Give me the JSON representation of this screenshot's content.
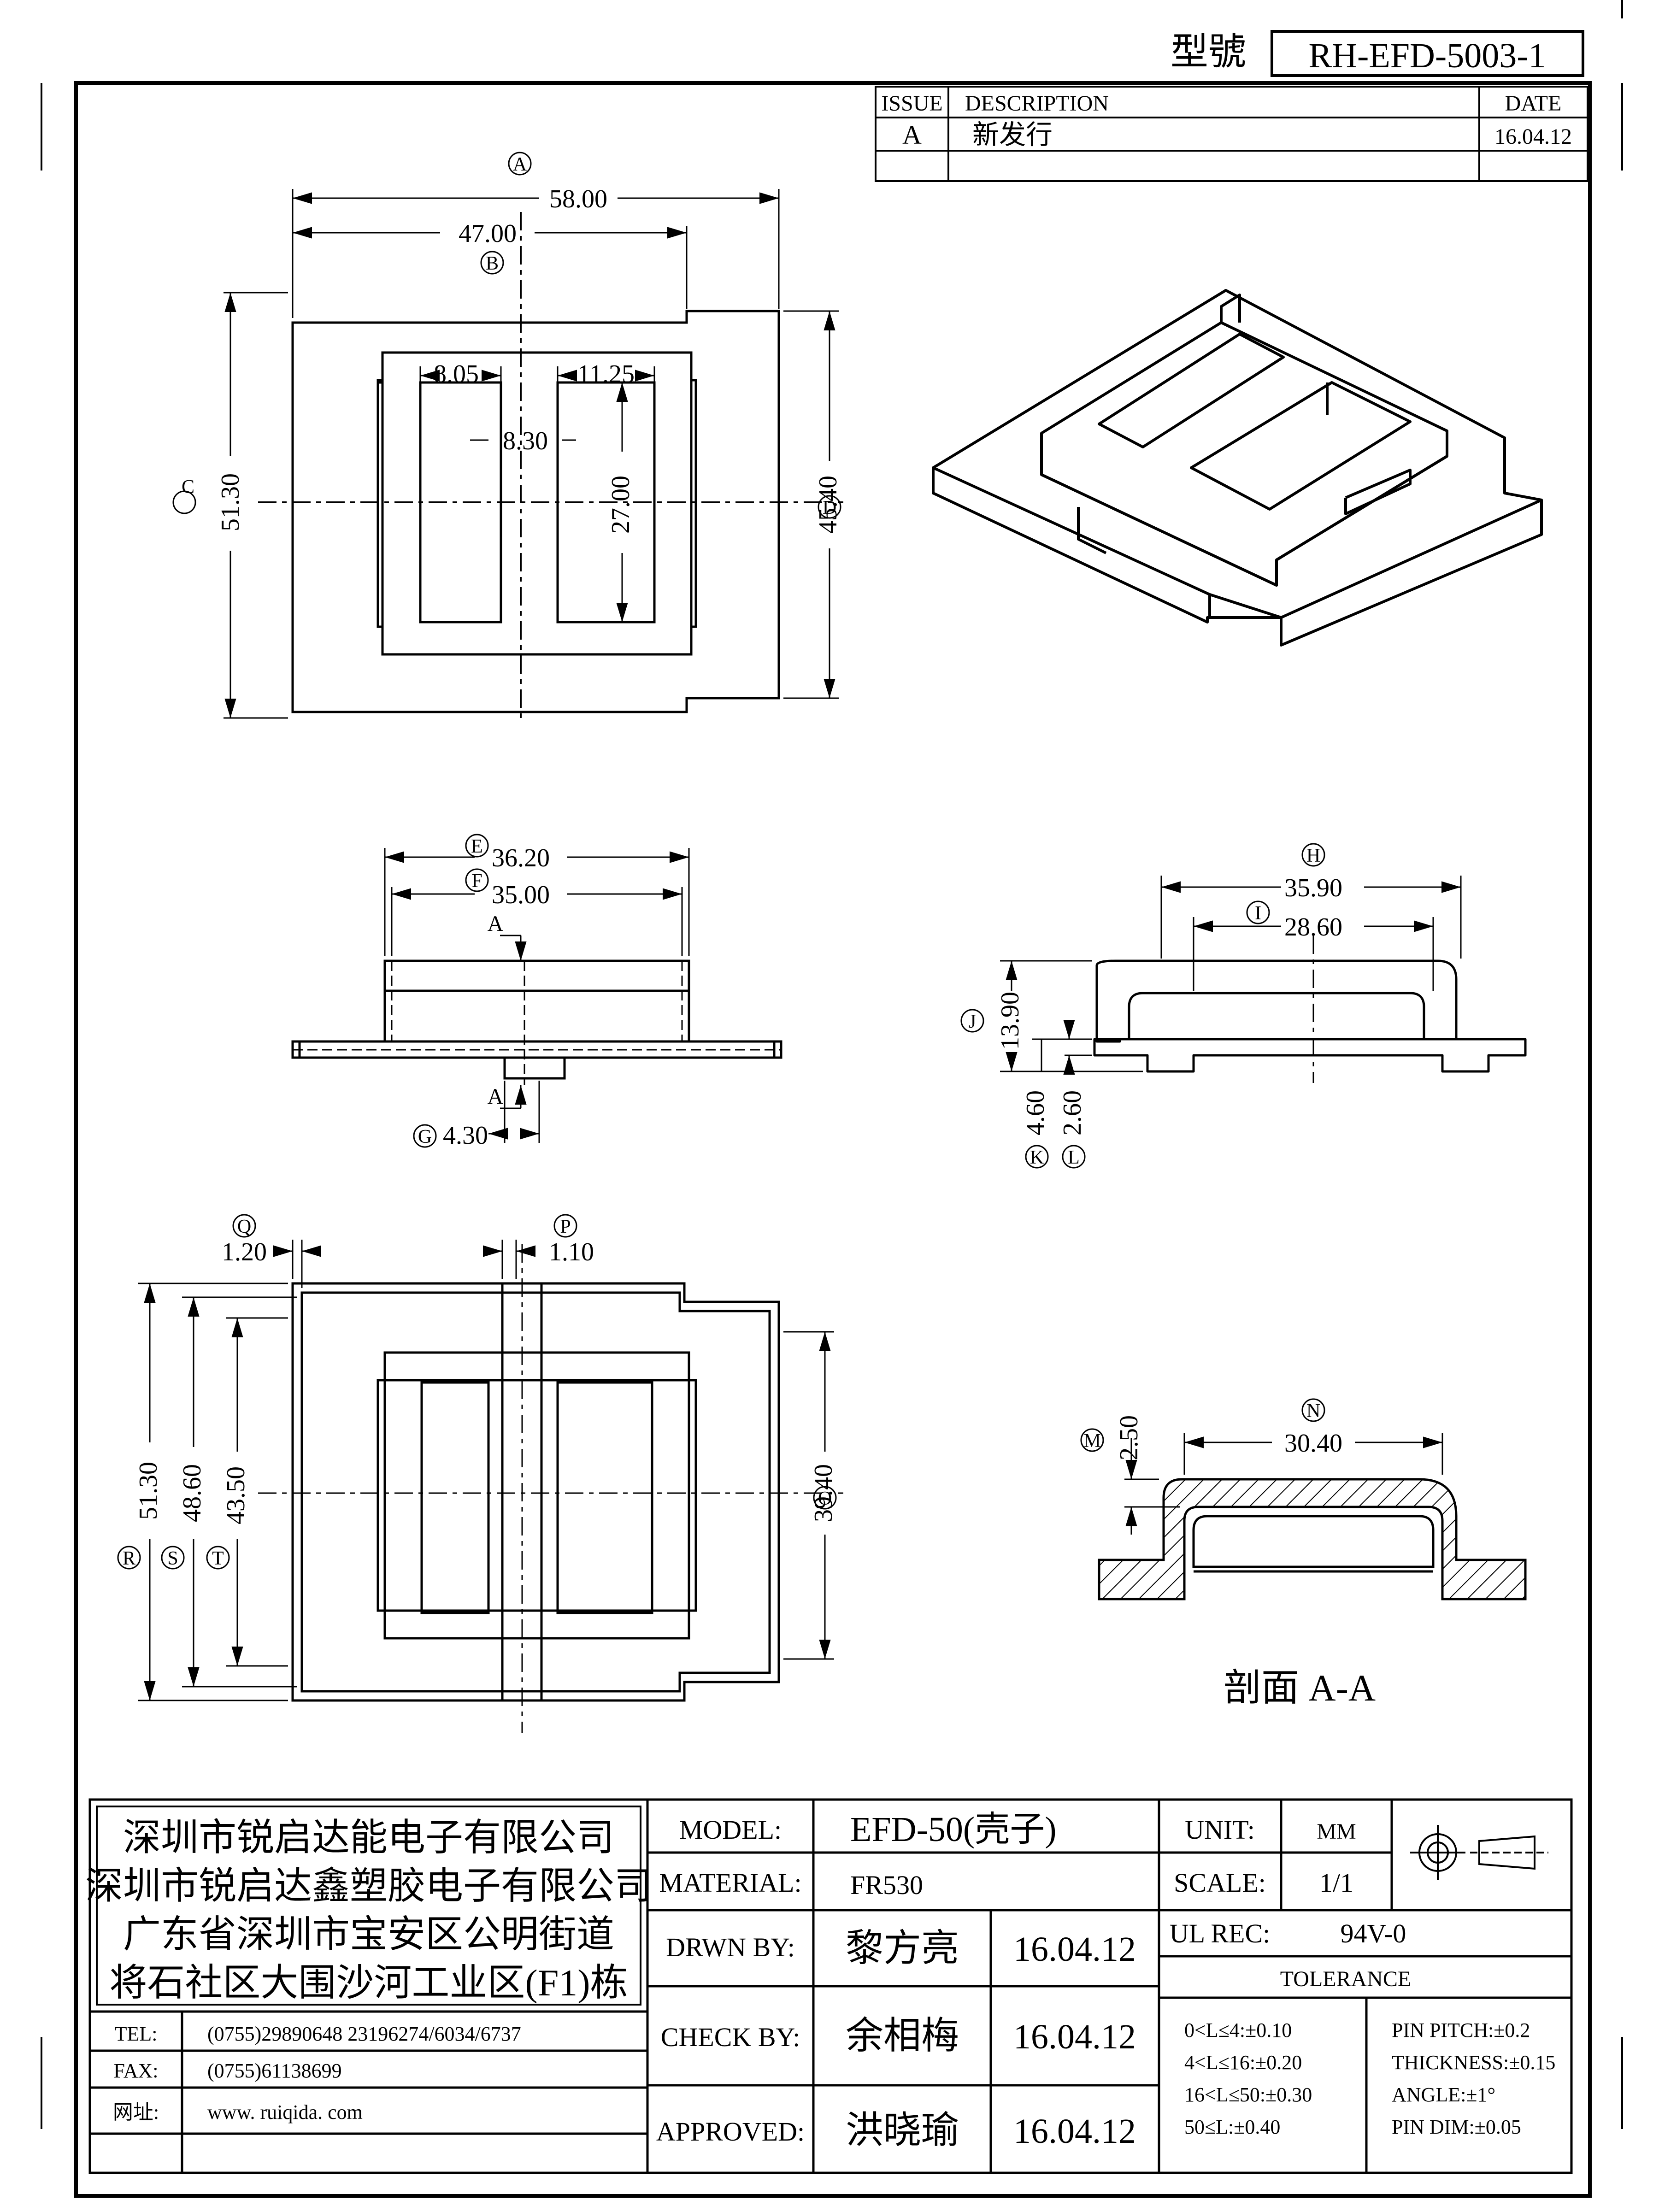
{
  "header": {
    "model_label": "型號",
    "model_number": "RH-EFD-5003-1"
  },
  "revision": {
    "col_issue": "ISSUE",
    "col_description": "DESCRIPTION",
    "col_date": "DATE",
    "rows": [
      {
        "issue": "A",
        "description": "新发行",
        "date": "16.04.12"
      }
    ]
  },
  "top_view": {
    "dim_a": "58.00",
    "dim_b": "47.00",
    "dim_c": "51.30",
    "dim_d": "45.40",
    "win_left": "8.05",
    "win_right": "11.25",
    "gap": "8.30",
    "win_h": "27.00",
    "mark_a": "A",
    "mark_b": "B",
    "mark_c": "C",
    "mark_d": "D"
  },
  "front_view": {
    "dim_e": "36.20",
    "dim_f": "35.00",
    "dim_g": "4.30",
    "mark_e": "E",
    "mark_f": "F",
    "mark_g": "G",
    "section_mark": "A"
  },
  "side_view": {
    "dim_h": "35.90",
    "dim_i": "28.60",
    "dim_j": "13.90",
    "dim_k": "4.60",
    "dim_l": "2.60",
    "mark_h": "H",
    "mark_i": "I",
    "mark_j": "J",
    "mark_k": "K",
    "mark_l": "L"
  },
  "bottom_view": {
    "dim_q": "1.20",
    "dim_p": "1.10",
    "dim_r": "51.30",
    "dim_s": "48.60",
    "dim_t": "43.50",
    "dim_o": "39.40",
    "mark_q": "Q",
    "mark_p": "P",
    "mark_r": "R",
    "mark_s": "S",
    "mark_t": "T",
    "mark_o": "O"
  },
  "section": {
    "dim_m": "2.50",
    "dim_n": "30.40",
    "mark_m": "M",
    "mark_n": "N",
    "caption": "剖面 A-A"
  },
  "company": {
    "lines": [
      "深圳市锐启达能电子有限公司",
      "深圳市锐启达鑫塑胶电子有限公司",
      "广东省深圳市宝安区公明街道",
      "将石社区大围沙河工业区(F1)栋"
    ],
    "tel_label": "TEL:",
    "tel": "(0755)29890648  23196274/6034/6737",
    "fax_label": "FAX:",
    "fax": "(0755)61138699",
    "web_label": "网址:",
    "web": "www. ruiqida. com"
  },
  "title_block": {
    "model_label": "MODEL:",
    "model": "EFD-50(壳子)",
    "material_label": "MATERIAL:",
    "material": "FR530",
    "unit_label": "UNIT:",
    "unit": "MM",
    "scale_label": "SCALE:",
    "scale": "1/1",
    "ul_label": "UL REC:",
    "ul": "94V-0",
    "drawn_label": "DRWN BY:",
    "drawn": "黎方亮",
    "drawn_date": "16.04.12",
    "check_label": "CHECK BY:",
    "check": "余相梅",
    "check_date": "16.04.12",
    "approved_label": "APPROVED:",
    "approved": "洪晓瑜",
    "approved_date": "16.04.12",
    "tolerance_title": "TOLERANCE",
    "tolerance_left": [
      "0<L≤4:±0.10",
      "4<L≤16:±0.20",
      "16<L≤50:±0.30",
      "50≤L:±0.40"
    ],
    "tolerance_right": [
      "PIN PITCH:±0.2",
      "THICKNESS:±0.15",
      "ANGLE:±1°",
      "PIN DIM:±0.05"
    ]
  }
}
